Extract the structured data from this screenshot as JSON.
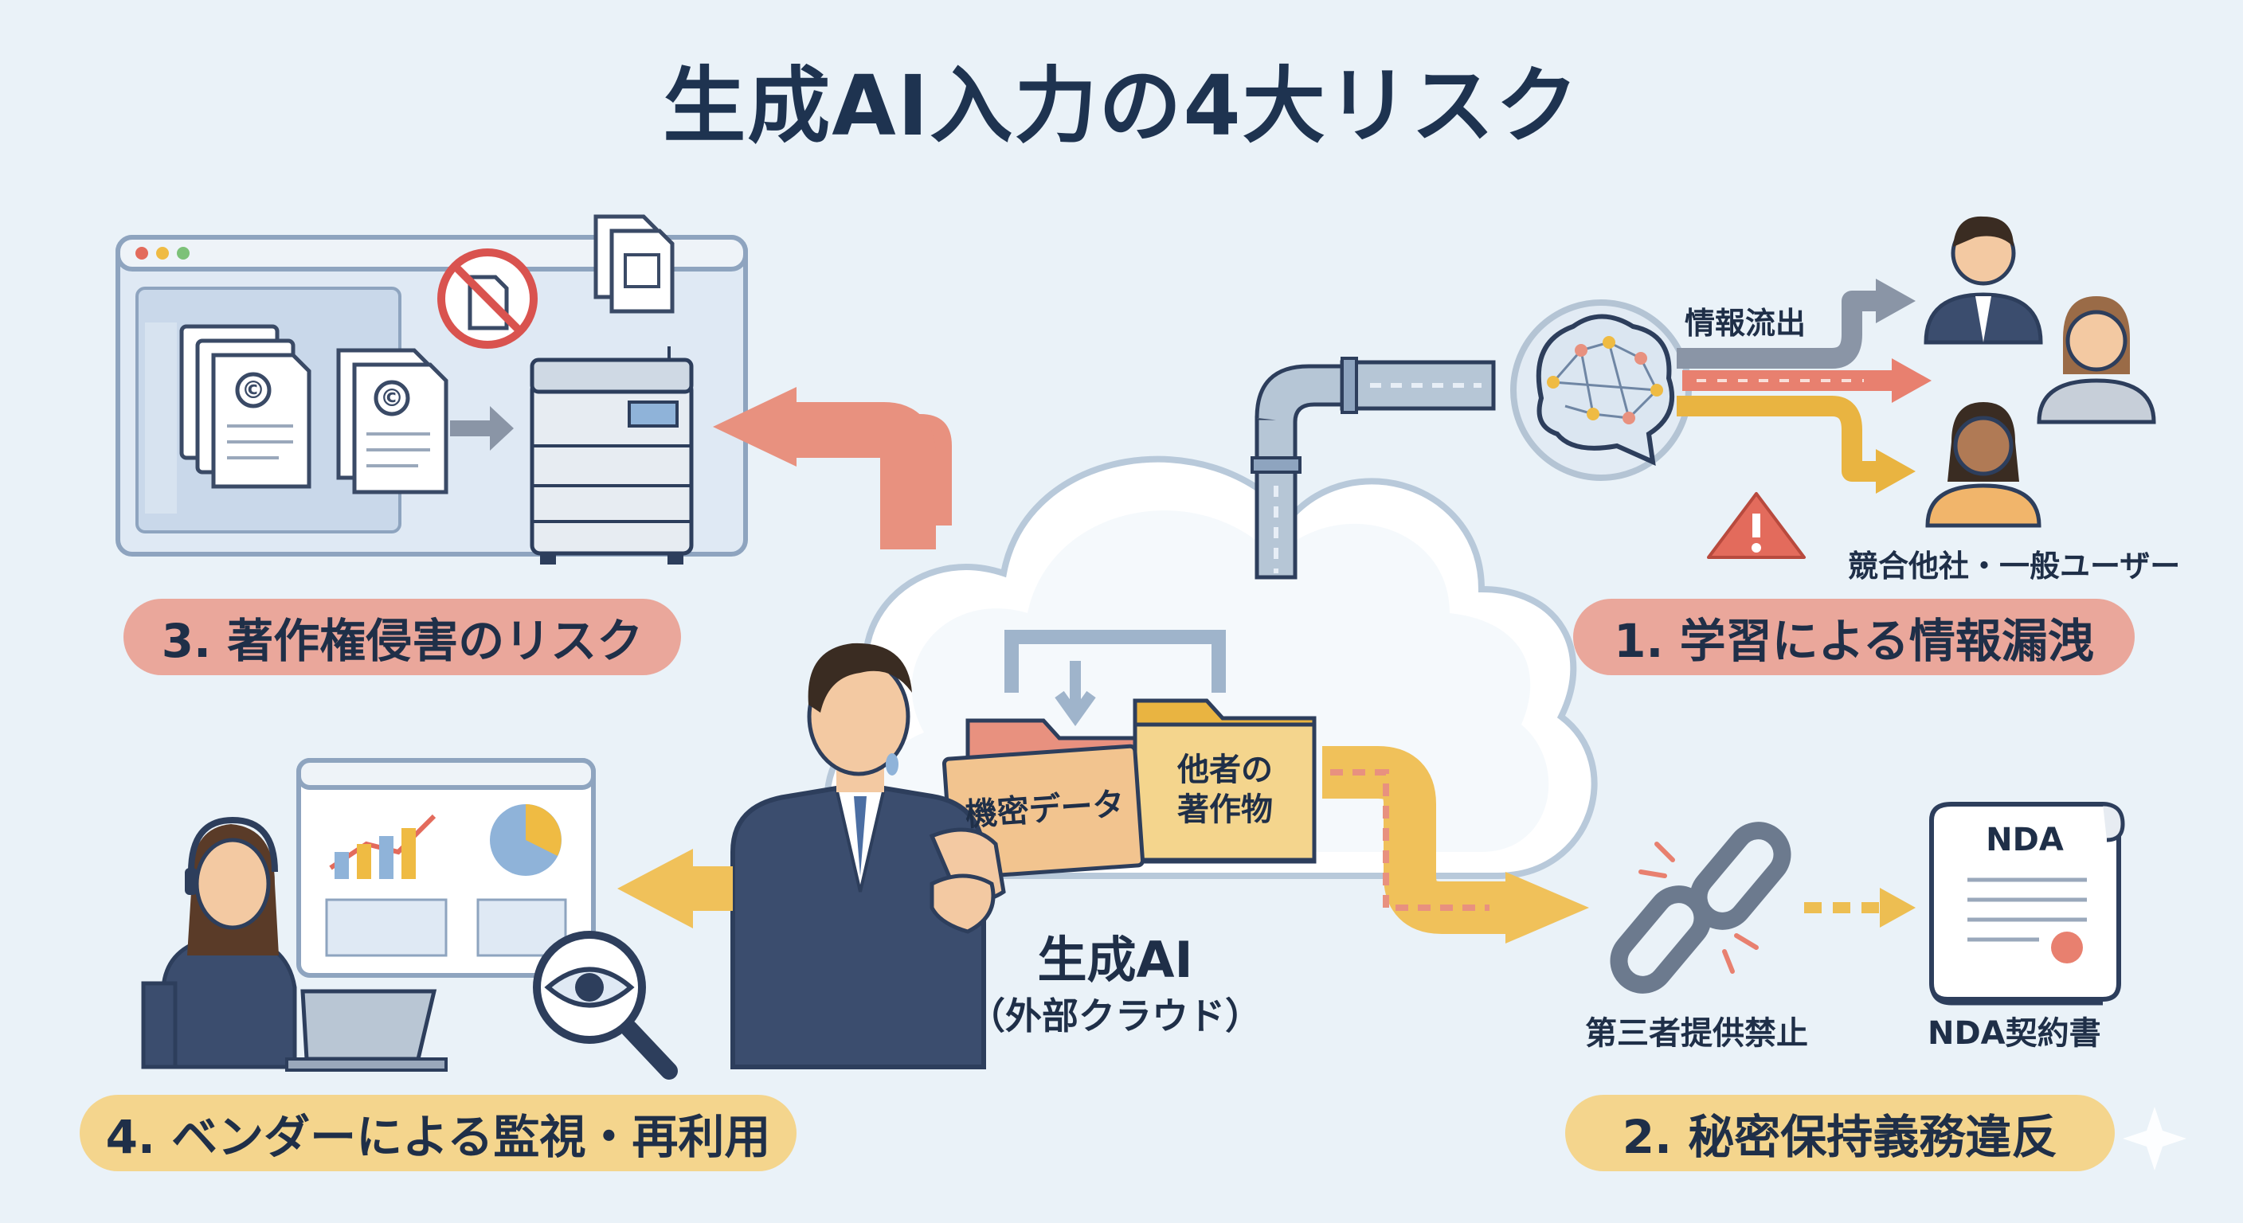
{
  "title": "生成AI入力の4大リスク",
  "center": {
    "name": "生成AI",
    "sub": "（外部クラウド）",
    "folder_confidential": "機密データ",
    "folder_copyright_line1": "他者の",
    "folder_copyright_line2": "著作物"
  },
  "risks": {
    "r1": {
      "label": "1. 学習による情報漏洩",
      "flow_label": "情報流出",
      "targets_label": "競合他社・一般ユーザー"
    },
    "r2": {
      "label": "2. 秘密保持義務違反",
      "chain_label": "第三者提供禁止",
      "doc_label": "NDA契約書",
      "doc_heading": "NDA"
    },
    "r3": {
      "label": "3. 著作権侵害のリスク",
      "copyright_symbol": "©"
    },
    "r4": {
      "label": "4. ベンダーによる監視・再利用"
    }
  },
  "colors": {
    "background": "#eaf2f8",
    "red_pill": "#eaa79b",
    "yellow_pill": "#f4d58d",
    "red_arrow": "#e8917f",
    "yellow_arrow": "#f0c15a",
    "navy": "#2d3e5c"
  }
}
